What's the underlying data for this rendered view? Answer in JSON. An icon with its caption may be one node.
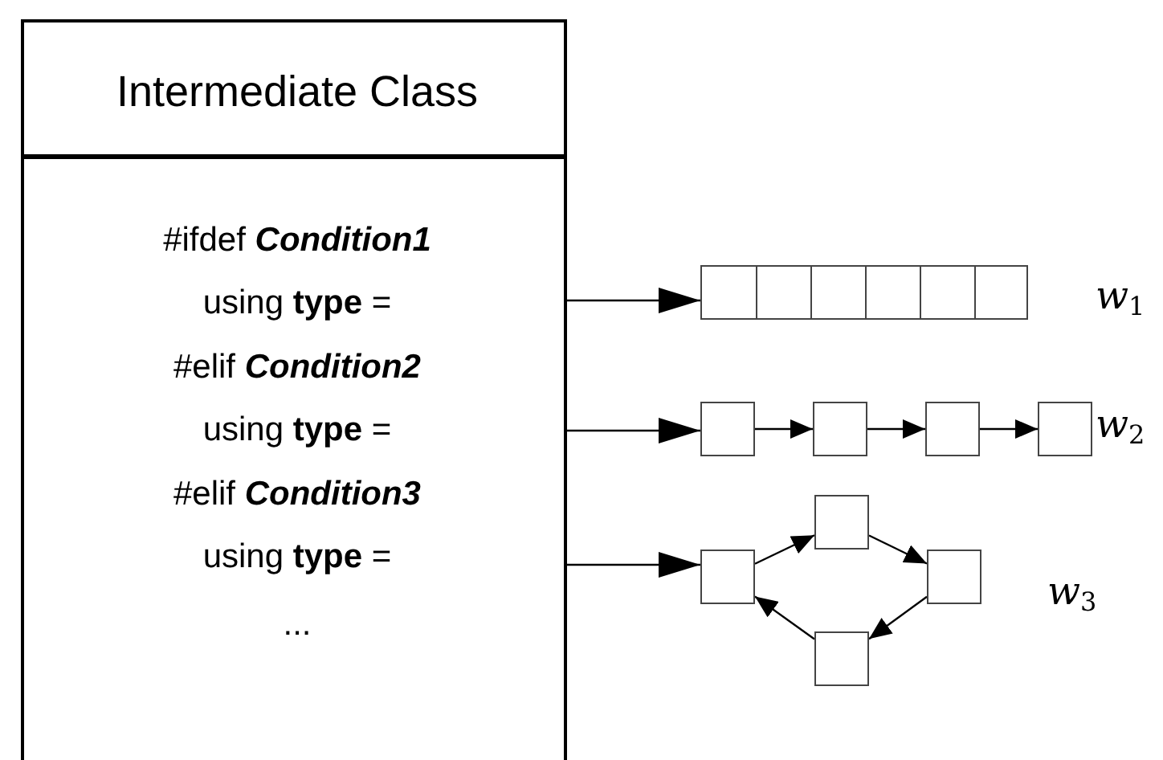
{
  "diagram": {
    "nodes": [
      {
        "text": [
          "Intermediate Class"
        ]
      },
      {
        "text": [
          "#ifdef *Condition1*",
          "#elif *Condition2*",
          "#elif *Condition3*",
          "..."
        ]
      },
      {
        "text": [
          "using **type** ="
        ],
        "in": 1
      },
      {
        "text": [
          "using **type** ="
        ],
        "in": 1
      },
      {
        "text": [
          "using **type** ="
        ],
        "in": 1
      },
      {
        "text": [],
        "shape": "bar"
      },
      {
        "text": [],
        "shape": "box"
      },
      {
        "text": [],
        "shape": "box"
      },
      {
        "text": [],
        "shape": "box"
      },
      {
        "text": [],
        "shape": "box"
      },
      {
        "text": [],
        "shape": "box"
      },
      {
        "text": [],
        "shape": "box"
      },
      {
        "text": [],
        "shape": "box"
      },
      {
        "text": [],
        "shape": "box"
      }
    ],
    "edges": [
      {
        "from": 2,
        "to": 5,
        "arrow": "to"
      },
      {
        "from": 3,
        "to": 6,
        "arrow": "to"
      },
      {
        "from": 4,
        "to": 10,
        "arrow": "to"
      },
      {
        "from": 6,
        "to": 7,
        "arrow": "to"
      },
      {
        "from": 7,
        "to": 8,
        "arrow": "to"
      },
      {
        "from": 8,
        "to": 9,
        "arrow": "to"
      },
      {
        "from": 10,
        "to": 11,
        "arrow": "to"
      },
      {
        "from": 11,
        "to": 12,
        "arrow": "to"
      },
      {
        "from": 12,
        "to": 13,
        "arrow": "to"
      },
      {
        "from": 13,
        "to": 10,
        "arrow": "to"
      }
    ],
    "labels": [
      "*w*$_{1}$",
      "*w*$_{2}$",
      "*w*$_{3}$"
    ]
  }
}
